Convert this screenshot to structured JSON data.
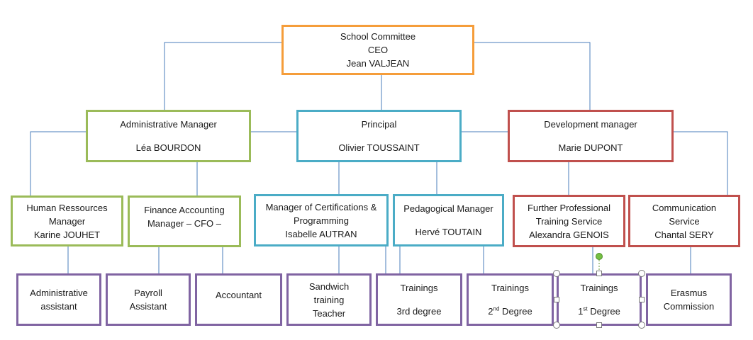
{
  "colors": {
    "connector": "#4a7ebb",
    "ceo_border": "#f59d3a",
    "admin_border": "#9bbb59",
    "principal_border": "#4bacc6",
    "dev_border": "#c0504d",
    "leaf_border": "#8064a2"
  },
  "ceo": {
    "line1": "School Committee",
    "line2": "CEO",
    "line3": "Jean VALJEAN"
  },
  "admin": {
    "title": "Administrative Manager",
    "name": "Léa BOURDON"
  },
  "principal": {
    "title": "Principal",
    "name": "Olivier TOUSSAINT"
  },
  "dev": {
    "title": "Development manager",
    "name": "Marie DUPONT"
  },
  "hr": {
    "line1": "Human Ressources",
    "line2": "Manager",
    "line3": "Karine JOUHET"
  },
  "finance": {
    "line1": "Finance Accounting",
    "line2": "Manager – CFO –"
  },
  "certif": {
    "line1": "Manager of Certifications &",
    "line2": "Programming",
    "line3": "Isabelle AUTRAN"
  },
  "peda": {
    "title": "Pedagogical Manager",
    "name": "Hervé TOUTAIN"
  },
  "further": {
    "line1": "Further Professional",
    "line2": "Training Service",
    "line3": "Alexandra GENOIS"
  },
  "comm": {
    "line1": "Communication",
    "line2": "Service",
    "line3": "Chantal SERY"
  },
  "leaves": {
    "admin_assistant": {
      "line1": "Administrative",
      "line2": "assistant"
    },
    "payroll": {
      "line1": "Payroll",
      "line2": "Assistant"
    },
    "accountant": {
      "line1": "Accountant"
    },
    "sandwich": {
      "line1": "Sandwich",
      "line2": "training",
      "line3": "Teacher"
    },
    "trainings3": {
      "title": "Trainings",
      "degree": "3rd degree"
    },
    "trainings2": {
      "title": "Trainings",
      "num": "2",
      "sup": "nd",
      "rest": " Degree"
    },
    "trainings1": {
      "title": "Trainings",
      "num": "1",
      "sup": "st",
      "rest": " Degree"
    },
    "erasmus": {
      "line1": "Erasmus",
      "line2": "Commission"
    }
  }
}
